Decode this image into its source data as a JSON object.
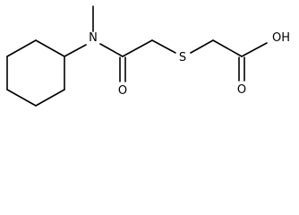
{
  "molecule": {
    "atoms": {
      "nitrogen": "N",
      "sulfur": "S",
      "amide_oxygen": "O",
      "acid_oxygen": "O",
      "hydroxyl": "OH"
    }
  }
}
